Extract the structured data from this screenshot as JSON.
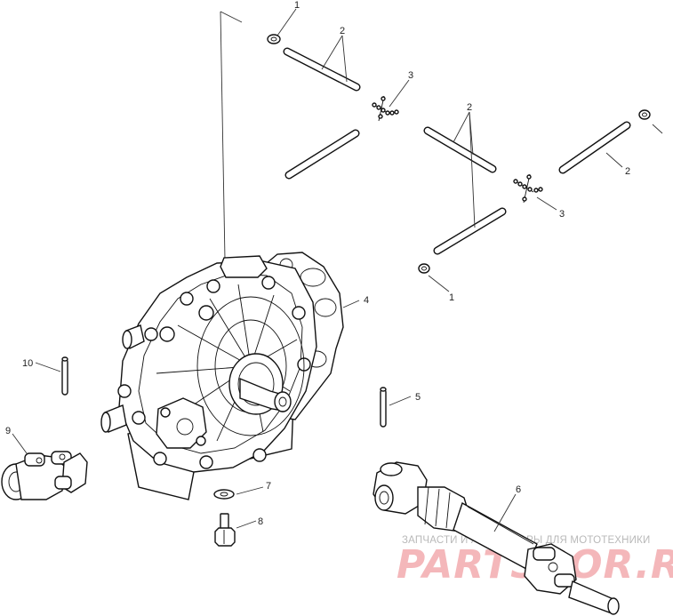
{
  "callouts": {
    "c1a": "1",
    "c2a": "2",
    "c3a": "3",
    "c2b": "2",
    "c2c": "2",
    "c3b": "3",
    "c1b": "1",
    "c4": "4",
    "c10": "10",
    "c5": "5",
    "c9": "9",
    "c6": "6",
    "c7": "7",
    "c8": "8"
  },
  "watermark": {
    "tagline": "ЗАПЧАСТИ И АКСЕССУАРЫ ДЛЯ МОТОТЕХНИКИ",
    "brand": "PARTSPOR.RU"
  }
}
